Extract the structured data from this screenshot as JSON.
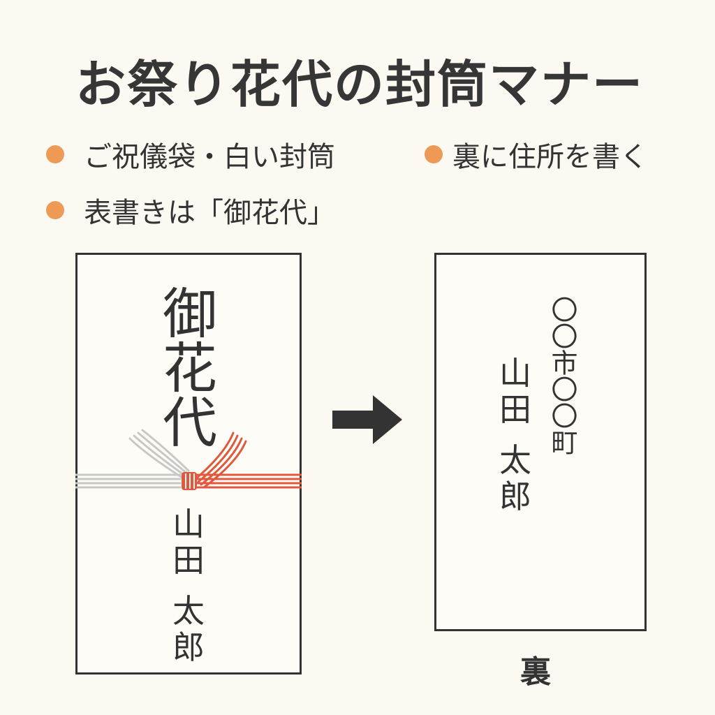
{
  "title": "お祭り花代の封筒マナー",
  "bullets": [
    "ご祝儀袋・白い封筒",
    "裏に住所を書く",
    "表書きは「御花代」"
  ],
  "front": {
    "omotegaki": "御花代",
    "name": "山田 太郎"
  },
  "back": {
    "address": "〇〇市〇〇町",
    "name": "山田 太郎",
    "label": "裏"
  },
  "colors": {
    "background": "#fbf9f1",
    "accent_dot": "#ec9a55",
    "mizuhiki_red": "#e0593e",
    "mizuhiki_white": "#c8c8c6",
    "ink": "#333333"
  },
  "icons": {
    "arrow": "arrow-right-icon",
    "mizuhiki": "mizuhiki-cord-icon"
  }
}
